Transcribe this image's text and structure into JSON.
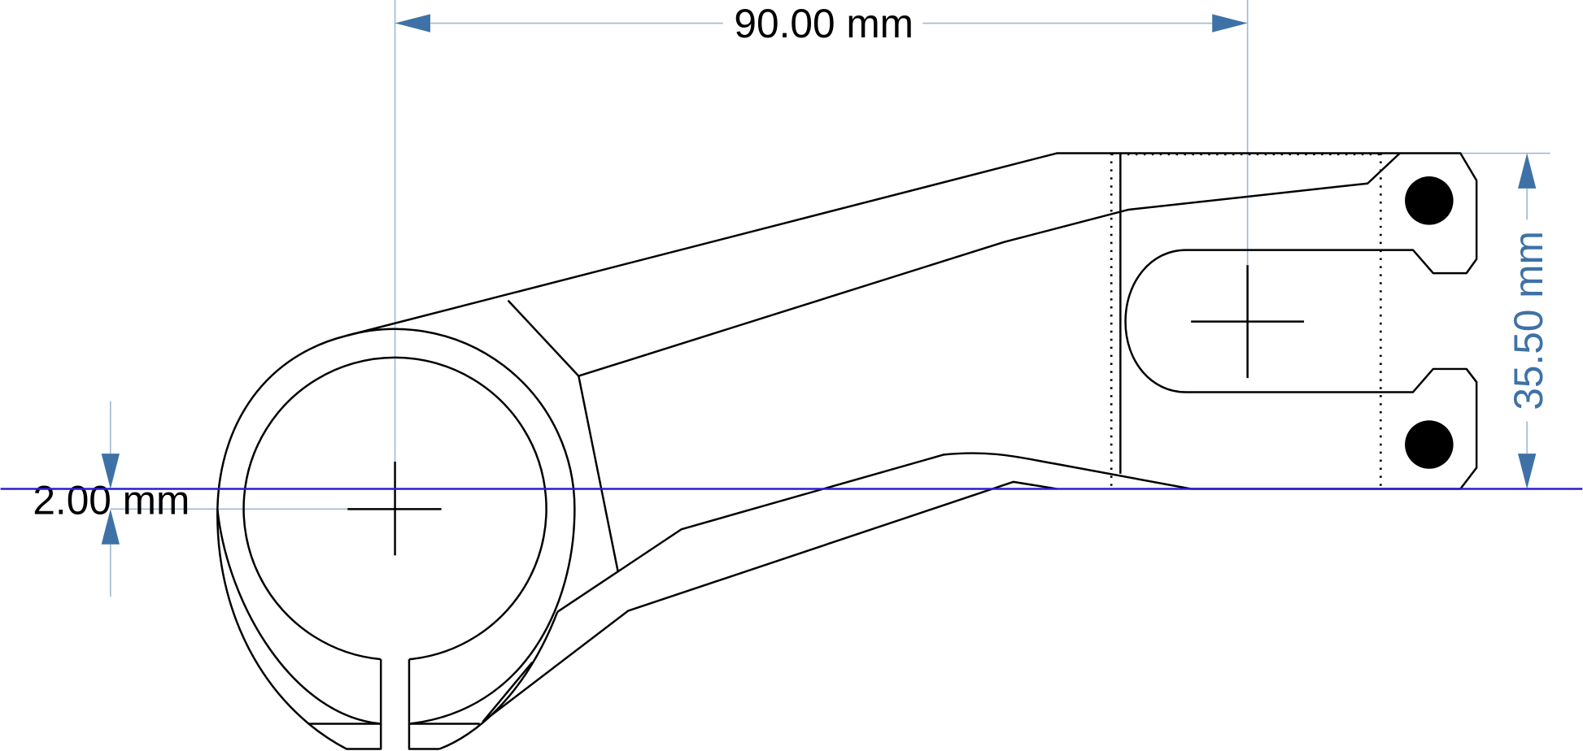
{
  "drawing": {
    "title": "Stem side view",
    "dimensions": {
      "length": "90.00 mm",
      "stack_height": "35.50 mm",
      "offset": "2.00 mm"
    },
    "colors": {
      "outline": "#000000",
      "dimension": "#3e72a6",
      "extension": "#9fb9d3",
      "reference_line": "#2a1fd0"
    }
  }
}
